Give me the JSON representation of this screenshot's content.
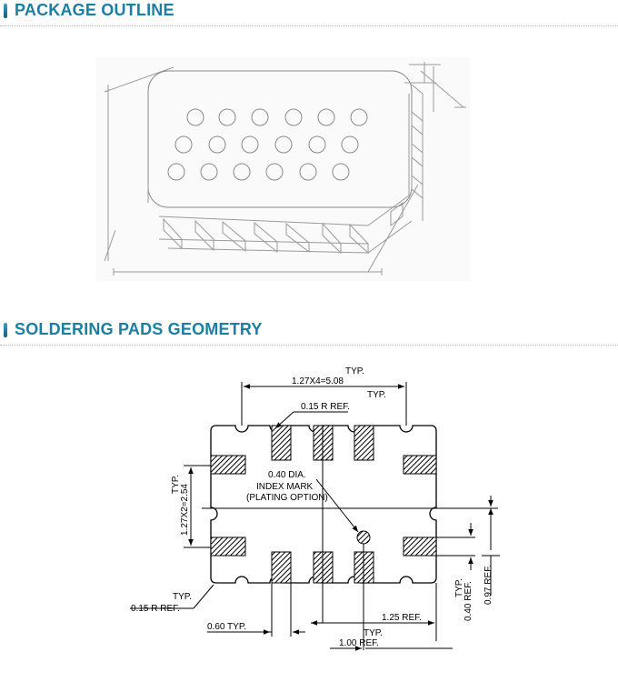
{
  "header1": {
    "title": "PACKAGE OUTLINE"
  },
  "header2": {
    "title": "SOLDERING PADS GEOMETRY"
  },
  "colors": {
    "accent": "#1b7fa4",
    "bar_top": "#3ba0c4",
    "bar_bottom": "#0e5d7e",
    "line": "#000000",
    "outline_drawing": "#9a9a9a"
  },
  "geometry": {
    "pitch_x_typ": "TYP.",
    "pitch_x_dim": "1.27X4=5.08",
    "radius_top_typ": "TYP.",
    "radius_top_dim": "0.15  R  REF.",
    "dia_dim": "0.40  DIA.",
    "index_mark": "INDEX MARK",
    "plating_option": "(PLATING OPTION)",
    "pitch_y_typ": "TYP.",
    "pitch_y_dim": "1.27X2=2.54",
    "radius_bottom_typ": "TYP.",
    "radius_bottom_dim": "0.15  R  REF.",
    "width_dim": "0.60  TYP.",
    "pad_len_dim": "1.25  REF.",
    "gap_typ": "TYP.",
    "gap_dim": "1.00  REF.",
    "pad_w_typ": "TYP.",
    "pad_w_dim": "0.40  REF.",
    "offset_dim": "0.97  REF."
  }
}
